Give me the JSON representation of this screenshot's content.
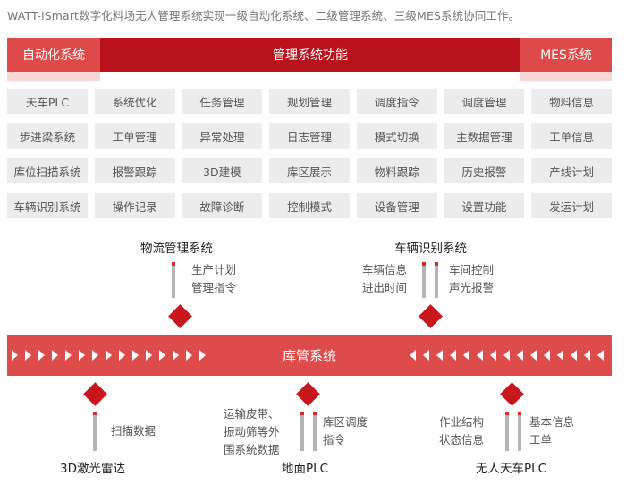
{
  "intro": "WATT-iSmart数字化料场无人管理系统实现一级自动化系统、二级管理系统、三级MES系统协同工作。",
  "header": {
    "left": "自动化系统",
    "middle": "管理系统功能",
    "right": "MES系统"
  },
  "grid": [
    [
      "天车PLC",
      "系统优化",
      "任务管理",
      "规划管理",
      "调度指令",
      "调度管理",
      "物料信息"
    ],
    [
      "步进梁系统",
      "工单管理",
      "异常处理",
      "日志管理",
      "模式切换",
      "主数据管理",
      "工单信息"
    ],
    [
      "库位扫描系统",
      "报警跟踪",
      "3D建模",
      "库区展示",
      "物料跟踪",
      "历史报警",
      "产线计划"
    ],
    [
      "车辆识别系统",
      "操作记录",
      "故障诊断",
      "控制模式",
      "设备管理",
      "设置功能",
      "发运计划"
    ]
  ],
  "upper": {
    "logistics": {
      "title": "物流管理系统",
      "items": [
        "生产计划",
        "管理指令"
      ]
    },
    "vehicle": {
      "title": "车辆识别系统",
      "left_items": [
        "车辆信息",
        "进出时间"
      ],
      "right_items": [
        "车间控制",
        "声光报警"
      ]
    }
  },
  "band": {
    "title": "库管系统"
  },
  "lower": {
    "laser": {
      "title": "3D激光雷达",
      "items": [
        "扫描数据"
      ]
    },
    "ground": {
      "title": "地面PLC",
      "left_items": [
        "运输皮带、",
        "振动筛等外",
        "围系统数据"
      ],
      "right_items": [
        "库区调度",
        "指令"
      ]
    },
    "crane": {
      "title": "无人天车PLC",
      "left_items": [
        "作业结构",
        "状态信息"
      ],
      "right_items": [
        "基本信息",
        "工单"
      ]
    }
  },
  "colors": {
    "header_side": "#de4a4a",
    "header_middle": "#b8121c",
    "band": "#dd4b4b",
    "diamond": "#c8161d",
    "cell": "#ececec"
  }
}
